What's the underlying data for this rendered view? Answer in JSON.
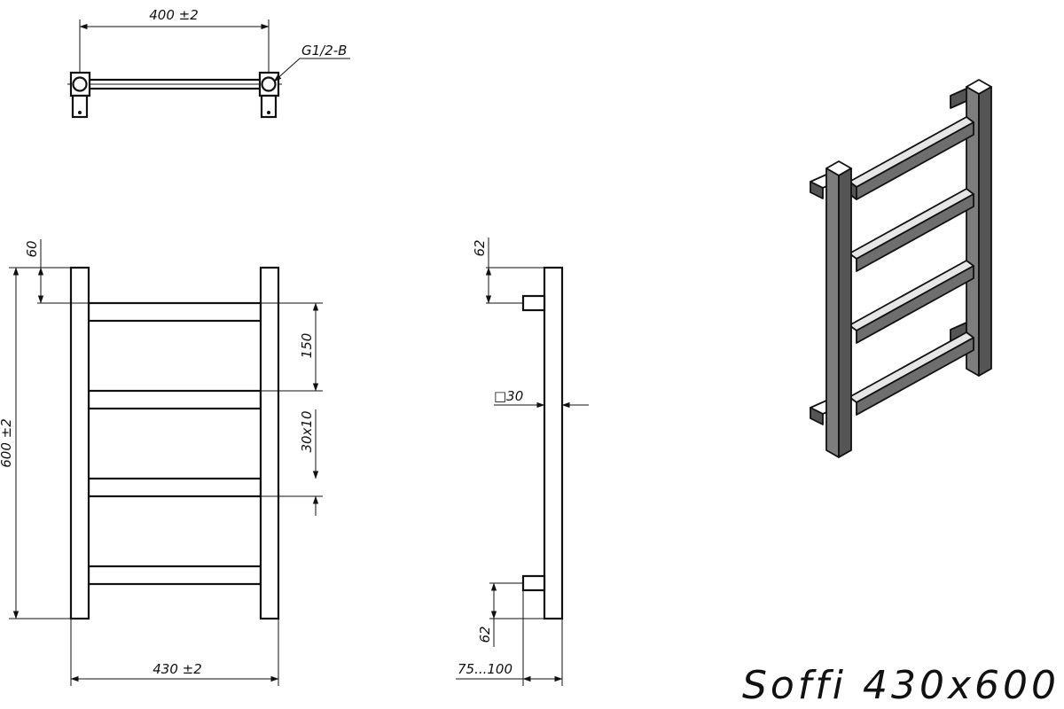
{
  "drawing": {
    "title": "Soffi 430x600",
    "top_view": {
      "width_label": "400 ±2",
      "thread_label": "G1/2-B"
    },
    "front_view": {
      "top_offset_label": "60",
      "spacing_label": "150",
      "bar_section_label": "30x10",
      "height_label": "600 ±2",
      "width_label": "430 ±2"
    },
    "side_view": {
      "top_offset_label": "62",
      "profile_label": "□30",
      "bottom_offset_label": "62",
      "depth_label": "75...100"
    }
  },
  "colors": {
    "line": "#111111",
    "iso_side": "#555555",
    "iso_front": "#7d7d7d",
    "iso_top": "#ffffff"
  }
}
